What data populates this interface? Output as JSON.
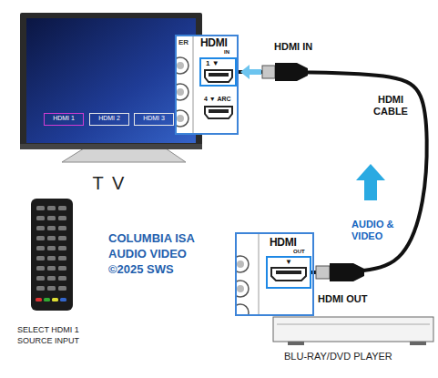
{
  "diagram": {
    "nodes": [
      {
        "text": [
          "T V"
        ]
      },
      {
        "text": [
          "HDMI 1"
        ],
        "in": 0
      },
      {
        "text": [
          "HDMI 2"
        ],
        "in": 0
      },
      {
        "text": [
          "HDMI 3"
        ],
        "in": 0
      },
      {
        "text": [
          "HDMI",
          "IN"
        ]
      },
      {
        "text": [
          "1 ▼"
        ],
        "in": 4
      },
      {
        "text": [
          "4 ▼ ARC"
        ],
        "in": 4
      },
      {
        "text": [
          "HDMI",
          "OUT"
        ]
      },
      {
        "text": [
          "▼"
        ],
        "in": 7
      },
      {
        "text": [
          "BLU-RAY/DVD PLAYER"
        ]
      }
    ],
    "edges": [
      {
        "from": 8,
        "to": 5,
        "arrow": "none",
        "label": "HDMI CABLE"
      }
    ],
    "labels": [
      "ER",
      "HDMI IN",
      "AUDIO & VIDEO",
      "HDMI OUT",
      "COLUMBIA ISA",
      "AUDIO VIDEO",
      "©2025 SWS",
      "SELECT HDMI 1 SOURCE INPUT"
    ]
  }
}
